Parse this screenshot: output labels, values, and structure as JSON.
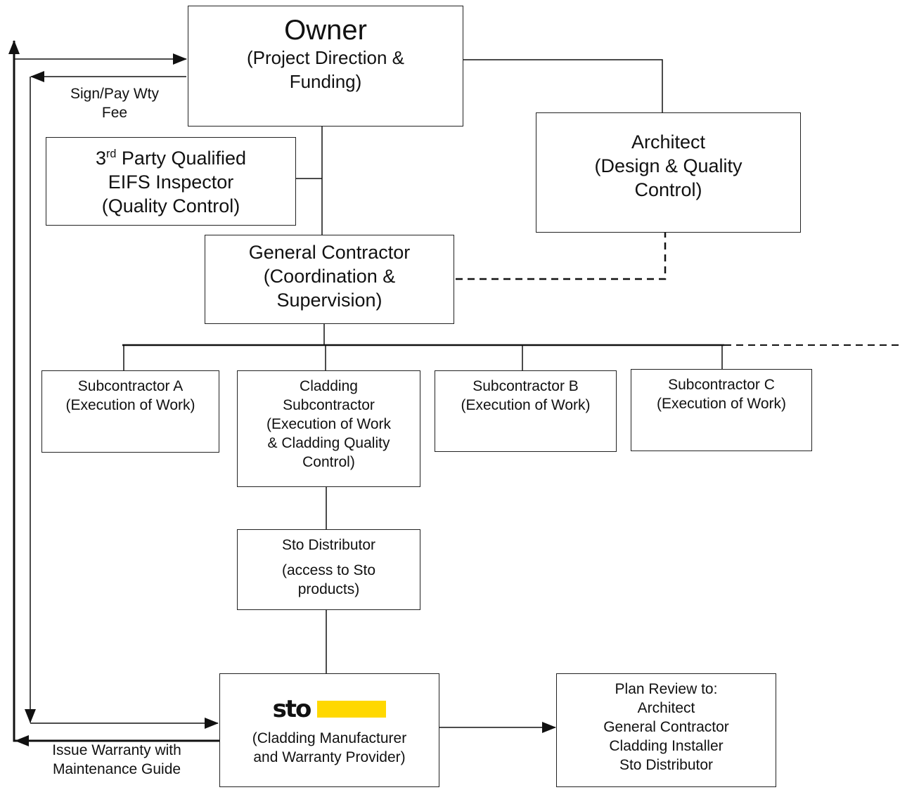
{
  "owner": {
    "title": "Owner",
    "sub": "(Project Direction &\nFunding)"
  },
  "inspector": {
    "line1_pre": "3",
    "line1_sup": "rd",
    "line1_post": " Party Qualified",
    "rest": "EIFS Inspector\n(Quality Control)"
  },
  "architect": {
    "title": "Architect",
    "sub": "(Design & Quality\nControl)"
  },
  "gc": {
    "title": "General Contractor",
    "sub": "(Coordination &\nSupervision)"
  },
  "sub_a": {
    "text": "Subcontractor A\n(Execution of Work)"
  },
  "cladding": {
    "text": "Cladding\nSubcontractor\n(Execution of Work\n& Cladding Quality\nControl)"
  },
  "sub_b": {
    "text": "Subcontractor B\n(Execution of Work)"
  },
  "sub_c": {
    "text": "Subcontractor C\n(Execution of Work)"
  },
  "distributor": {
    "title": "Sto Distributor",
    "sub": "(access to Sto\nproducts)"
  },
  "sto": {
    "logo_text": "sto",
    "logo_color": "#FFD800",
    "sub": "(Cladding Manufacturer\nand Warranty Provider)"
  },
  "plan_review": {
    "text": "Plan Review to:\nArchitect\nGeneral Contractor\nCladding Installer\nSto Distributor"
  },
  "labels": {
    "sign_pay": "Sign/Pay Wty\nFee",
    "issue_warranty": "Issue Warranty with\nMaintenance Guide"
  }
}
